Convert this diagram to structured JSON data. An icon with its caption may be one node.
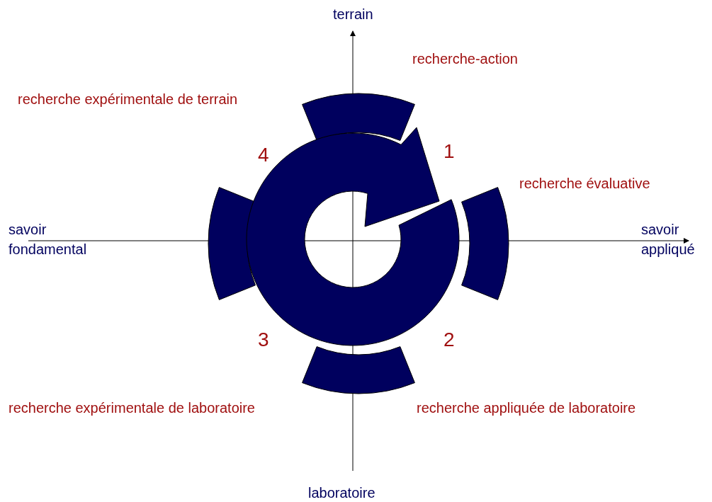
{
  "diagram": {
    "labels": [
      "terrain",
      "recherche-action",
      "recherche expérimentale de terrain",
      "4",
      "1",
      "recherche évaluative",
      "savoir fondamental",
      "savoir appliqué",
      "3",
      "2",
      "recherche expérimentale de laboratoire",
      "recherche appliquée de laboratoire",
      "laboratoire"
    ]
  }
}
